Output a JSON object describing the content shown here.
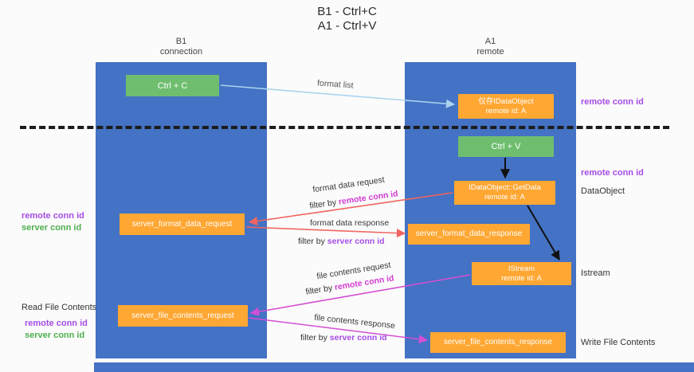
{
  "title": {
    "line1": "B1 - Ctrl+C",
    "line2": "A1 - Ctrl+V"
  },
  "lifelines": {
    "left": {
      "name": "B1",
      "role": "connection"
    },
    "right": {
      "name": "A1",
      "role": "remote"
    }
  },
  "nodes": {
    "ctrl_c": "Ctrl + C",
    "ctrl_v": "Ctrl + V",
    "idataobject_line1": "仅存IDataObject",
    "idataobject_line2": "remote id: A",
    "getdata_line1": "IDataObject::GetData",
    "getdata_line2": "remote id: A",
    "istream_line1": "IStream",
    "istream_line2": "remote id: A",
    "server_format_data_request": "server_format_data_request",
    "server_format_data_response": "server_format_data_response",
    "server_file_contents_request": "server_file_contents_request",
    "server_file_contents_response": "server_file_contents_response"
  },
  "arrow_labels": {
    "format_list": "format list",
    "format_data_request": "format data request",
    "format_data_response": "format data response",
    "file_contents_request": "file contents request",
    "file_contents_response": "file contents response",
    "filter_by": "filter by ",
    "remote_conn_id": "remote conn id",
    "server_conn_id": "server conn id"
  },
  "side_labels": {
    "remote_conn_id": "remote conn id",
    "server_conn_id": "server conn id",
    "dataobject": "DataObject",
    "istream": "Istream",
    "read_file_contents": "Read File Contents",
    "write_file_contents": "Write File Contents"
  },
  "colors": {
    "lifeline-blue": "#4472c4",
    "action-green": "#6fbe6f",
    "message-orange": "#ffa733",
    "arrow-red": "#f0655f",
    "arrow-magenta": "#d44fd4",
    "arrow-lightblue": "#a9d3ef",
    "text-purple": "#a64ce6",
    "text-magenta": "#d43bd4",
    "text-green": "#4eb04e"
  }
}
